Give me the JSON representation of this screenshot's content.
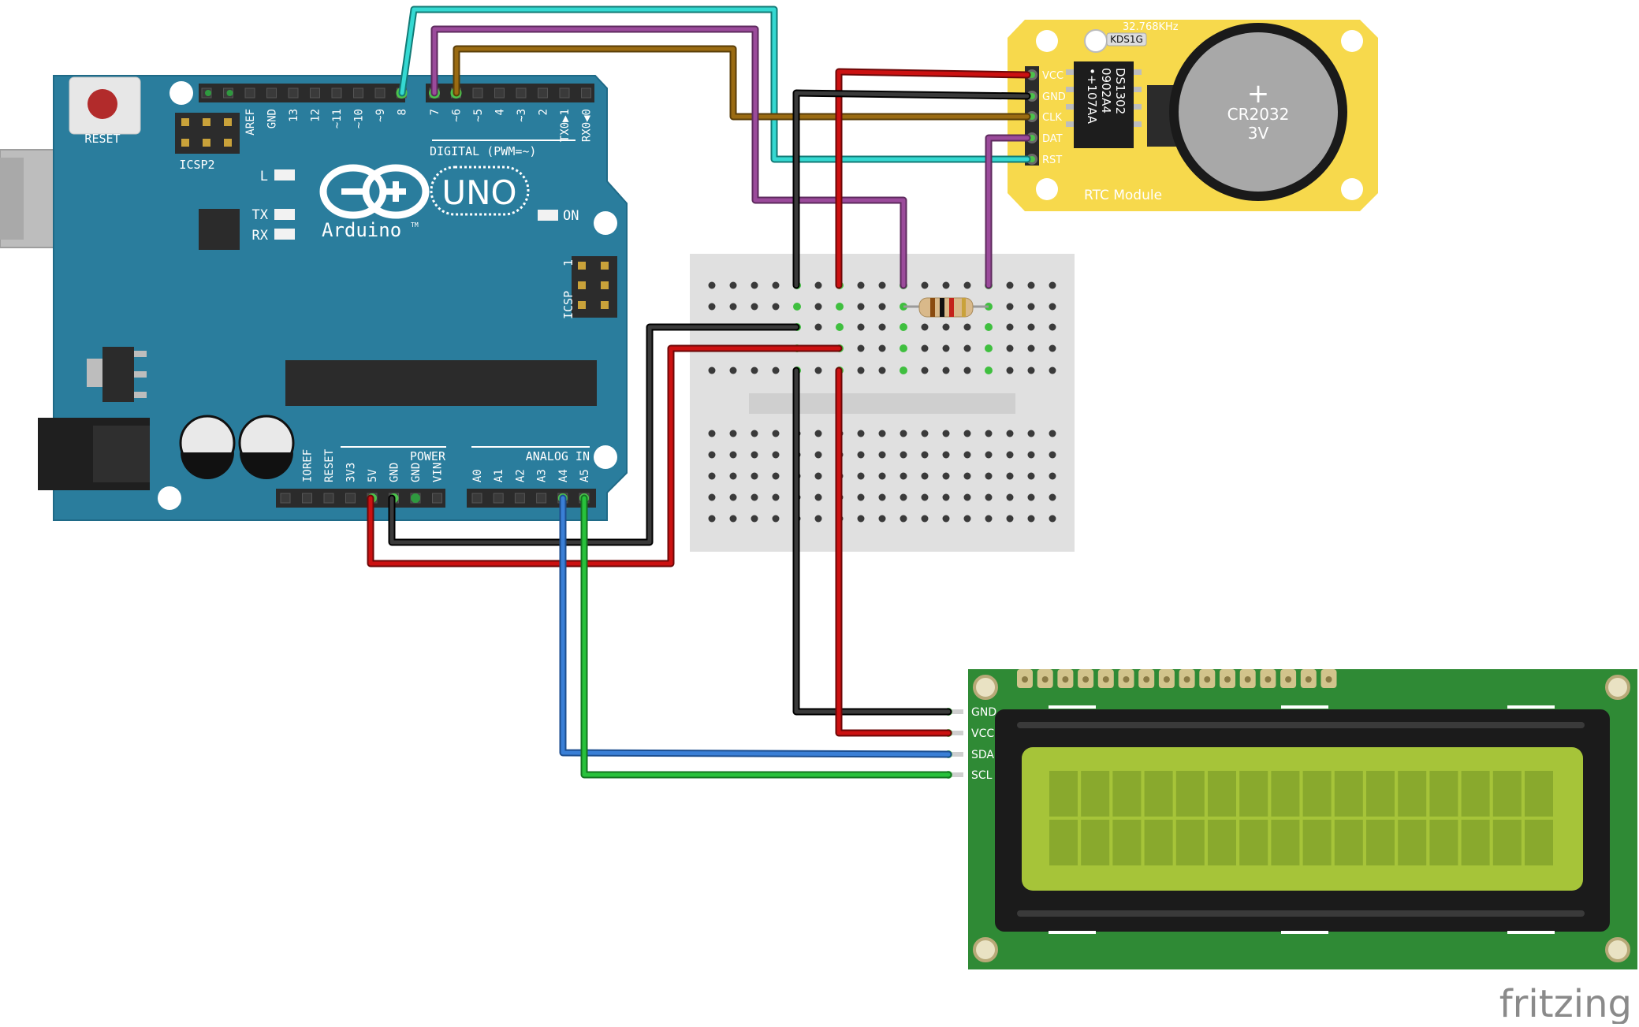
{
  "arduino": {
    "reset": "RESET",
    "icsp2": "ICSP2",
    "icsp": "ICSP",
    "icsp_pin1": "1",
    "led_l": "L",
    "led_tx": "TX",
    "led_rx": "RX",
    "led_on": "ON",
    "brand": "Arduino",
    "tm": "TM",
    "model": "UNO",
    "digital_label": "DIGITAL (PWM=~)",
    "digital_pins": [
      "AREF",
      "GND",
      "13",
      "12",
      "~11",
      "~10",
      "~9",
      "8",
      "7",
      "~6",
      "~5",
      "4",
      "~3",
      "2",
      "TX0▶1",
      "RX0◀0"
    ],
    "power_label": "POWER",
    "analog_label": "ANALOG IN",
    "power_pins": [
      "IOREF",
      "RESET",
      "3V3",
      "5V",
      "GND",
      "GND",
      "VIN"
    ],
    "analog_pins": [
      "A0",
      "A1",
      "A2",
      "A3",
      "A4",
      "A5"
    ]
  },
  "rtc": {
    "crystal_freq": "32.768KHz",
    "crystal_label": "KDS1G",
    "chip_lines": [
      "DS1302",
      "0902A4",
      "•+107AA"
    ],
    "battery_model": "CR2032",
    "battery_voltage": "3V",
    "battery_plus": "+",
    "module_label": "RTC Module",
    "pins": [
      "VCC",
      "GND",
      "CLK",
      "DAT",
      "RST"
    ]
  },
  "lcd": {
    "pins": [
      "GND",
      "VCC",
      "SDA",
      "SCL"
    ]
  },
  "watermark": "fritzing",
  "colors": {
    "board": "#2a7d9d",
    "rtc_board": "#f7d94c",
    "lcd_board": "#2f8a35",
    "lcd_screen": "#a6c439",
    "wire_red": "#cc1111",
    "wire_black": "#1d1d1d",
    "wire_cyan": "#35d9d2",
    "wire_purple": "#9b4b9b",
    "wire_brown": "#9a6b12",
    "wire_blue": "#3a7fd6",
    "wire_green": "#28c23b"
  }
}
